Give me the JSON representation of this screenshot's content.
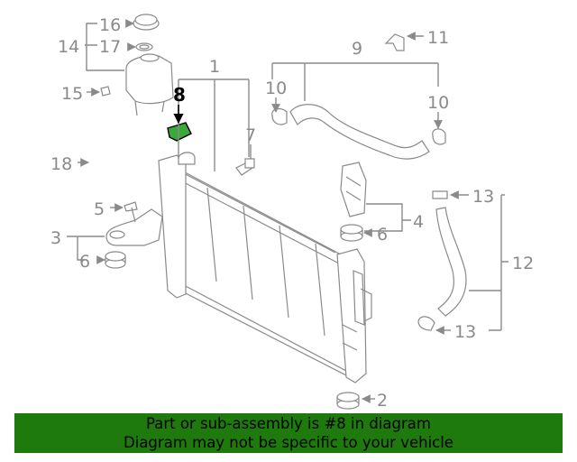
{
  "labels": {
    "l1": "1",
    "l2": "2",
    "l3": "3",
    "l4": "4",
    "l5": "5",
    "l6a": "6",
    "l6b": "6",
    "l7": "7",
    "l8": "8",
    "l9": "9",
    "l10a": "10",
    "l10b": "10",
    "l11": "11",
    "l12": "12",
    "l13a": "13",
    "l13b": "13",
    "l14": "14",
    "l15": "15",
    "l16": "16",
    "l17": "17",
    "l18": "18"
  },
  "highlight": {
    "part": "8",
    "color": "#3aa83a"
  },
  "banner": {
    "line1": "Part or sub-assembly is #8 in diagram",
    "line2": "Diagram may not be specific to your vehicle",
    "color": "#1e7a0c"
  }
}
